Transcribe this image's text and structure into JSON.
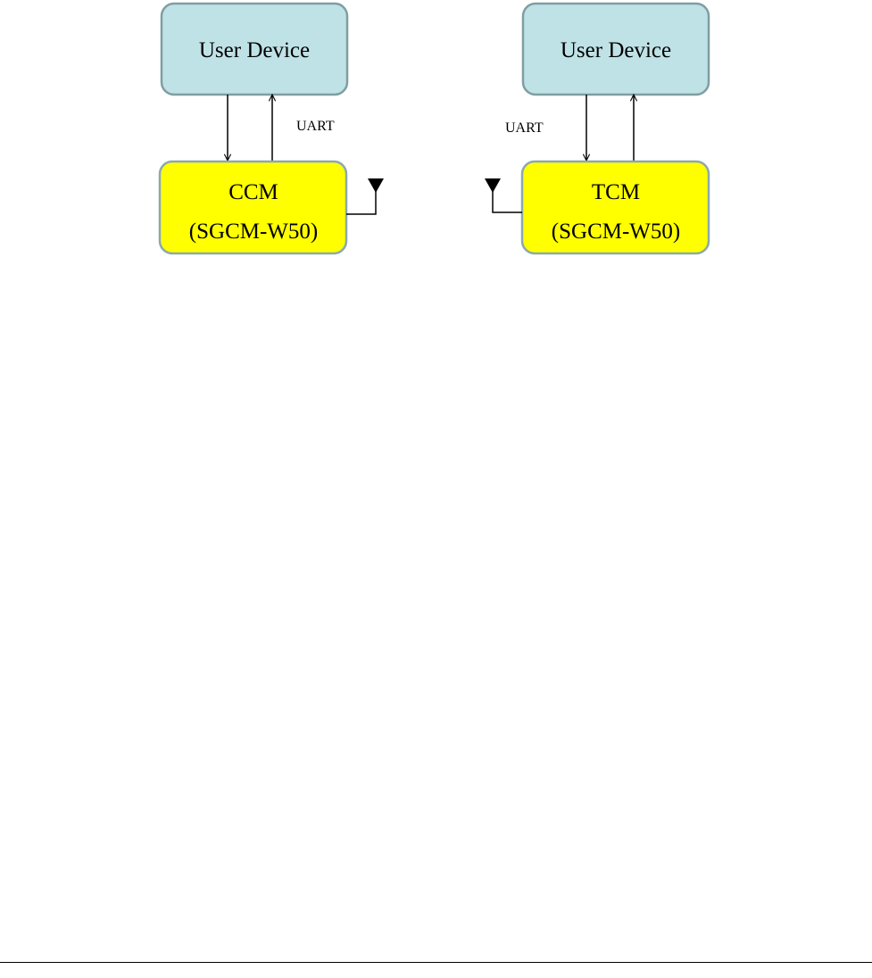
{
  "diagram": {
    "left": {
      "user_device": {
        "label": "User Device",
        "fill": "#bfe2e6",
        "stroke": "#7f9ea2"
      },
      "module": {
        "line1": "CCM",
        "line2": "(SGCM-W50)",
        "fill": "#ffff00",
        "stroke": "#8aa9ad"
      },
      "bus_label": "UART"
    },
    "right": {
      "user_device": {
        "label": "User Device",
        "fill": "#bfe2e6",
        "stroke": "#7f9ea2"
      },
      "module": {
        "line1": "TCM",
        "line2": "(SGCM-W50)",
        "fill": "#ffff00",
        "stroke": "#8aa9ad"
      },
      "bus_label": "UART"
    },
    "line_color": "#000000"
  }
}
